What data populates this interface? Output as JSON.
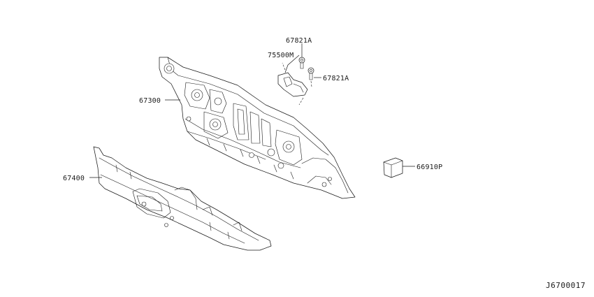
{
  "parts": {
    "dash_panel": "67300",
    "cowl_top": "67400",
    "bracket": "75500M",
    "clip_upper": "67821A",
    "clip_lower": "67821A",
    "insulator": "66910P"
  },
  "drawing_id": "J6700017"
}
